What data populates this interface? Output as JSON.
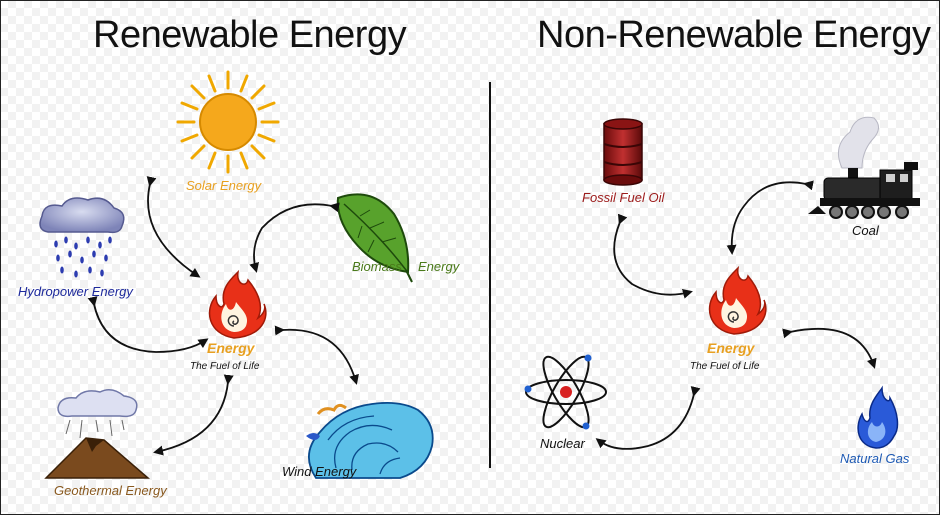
{
  "titles": {
    "renewable": "Renewable Energy",
    "non_renewable": "Non-Renewable Energy"
  },
  "renewable": {
    "center_label": "Energy",
    "center_sublabel": "The Fuel of Life",
    "sources": {
      "solar": "Solar Energy",
      "hydro": "Hydropower Energy",
      "biomass": "Biomass",
      "biomass_suffix": "Energy",
      "geothermal": "Geothermal Energy",
      "wind": "Wind Energy"
    }
  },
  "non_renewable": {
    "center_label": "Energy",
    "center_sublabel": "The Fuel of Life",
    "sources": {
      "oil": "Fossil Fuel Oil",
      "coal": "Coal",
      "nuclear": "Nuclear",
      "gas": "Natural Gas"
    }
  },
  "colors": {
    "solar": "#e8a020",
    "hydro": "#1e2a9c",
    "biomass": "#4a7a1a",
    "geothermal": "#8a5a20",
    "energy": "#e8a020",
    "oil": "#9c1a1a",
    "gas": "#1e5ab4"
  },
  "icons": [
    "sun-icon",
    "rain-cloud-icon",
    "leaf-icon",
    "flame-icon",
    "volcano-icon",
    "wave-icon",
    "oil-barrel-icon",
    "locomotive-icon",
    "atom-icon",
    "blue-flame-icon"
  ]
}
